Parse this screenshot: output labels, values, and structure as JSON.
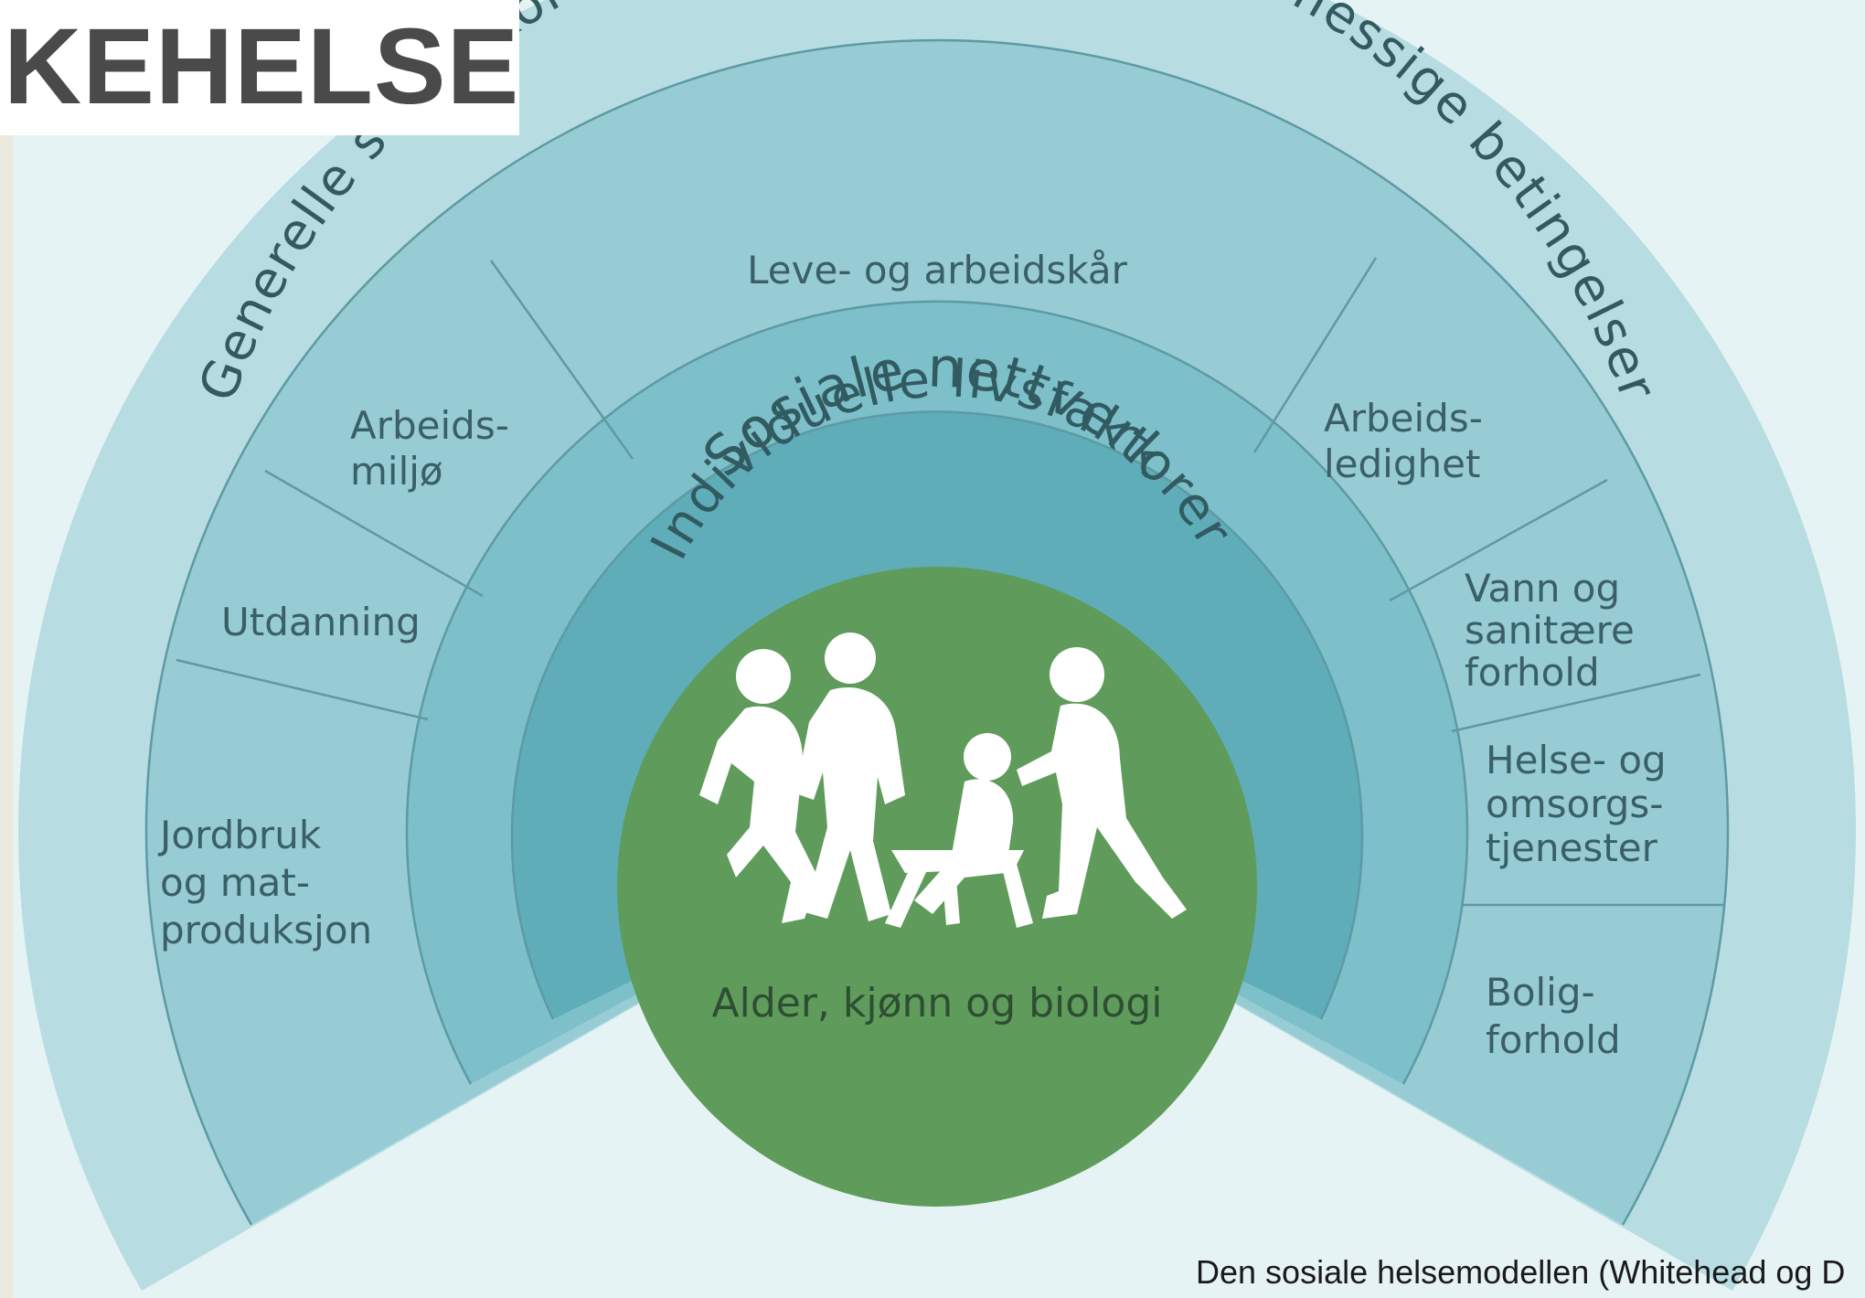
{
  "title": "KEHELSE",
  "caption": "Den sosiale helsemodellen (Whitehead og D",
  "colors": {
    "background": "#e6f3f4",
    "outer_ring": "#b7dde2",
    "middle_ring": "#98ccd4",
    "social_ring": "#7dc0c9",
    "individual_ring": "#5eadb9",
    "core": "#5f9b5a",
    "segment_lines": "#5d9aa4",
    "label_text": "#3a5f66"
  },
  "rings": {
    "outer": "Generelle sosioøkonomiske, kulturelle og miljømessige betingelser",
    "social": "Sosiale nettverk",
    "individual": "Individuelle livsfaktorer",
    "core": "Alder, kjønn og biologi"
  },
  "segments": {
    "leve": "Leve- og arbeidskår",
    "arbeidsmiljo": [
      "Arbeids-",
      "miljø"
    ],
    "utdanning": "Utdanning",
    "jordbruk": [
      "Jordbruk",
      "og mat-",
      "produksjon"
    ],
    "arbeidsledighet": [
      "Arbeids-",
      "ledighet"
    ],
    "vann": [
      "Vann og",
      "sanitære",
      "forhold"
    ],
    "helse": [
      "Helse- og",
      "omsorgs-",
      "tjenester"
    ],
    "bolig": [
      "Bolig-",
      "forhold"
    ]
  },
  "icons": {
    "core_figures": "people-running-icon"
  }
}
